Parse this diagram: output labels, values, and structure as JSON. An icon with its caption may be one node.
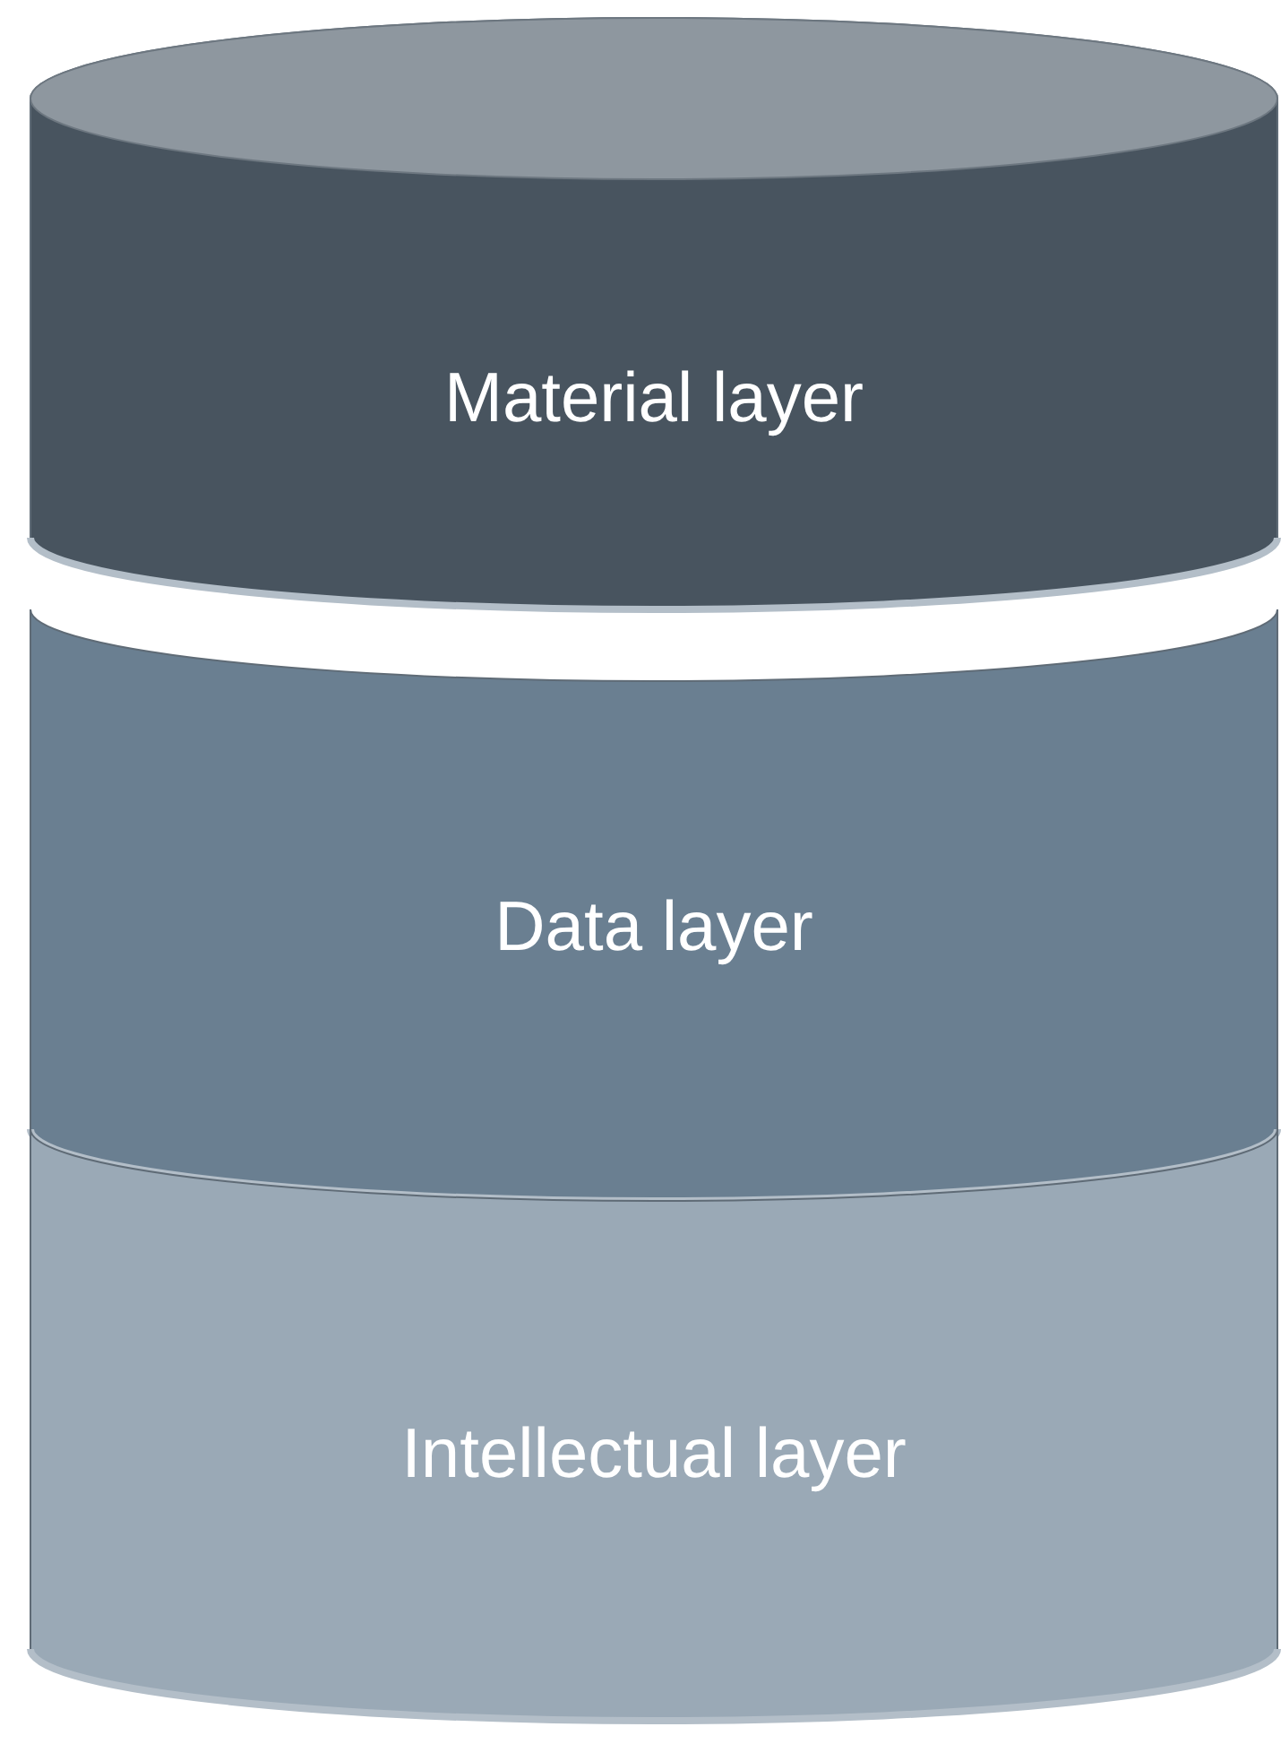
{
  "diagram": {
    "nodes": [
      {
        "text": [
          "Material layer"
        ]
      },
      {
        "text": [
          "Data layer"
        ]
      },
      {
        "text": [
          "Intellectual layer"
        ]
      }
    ]
  }
}
